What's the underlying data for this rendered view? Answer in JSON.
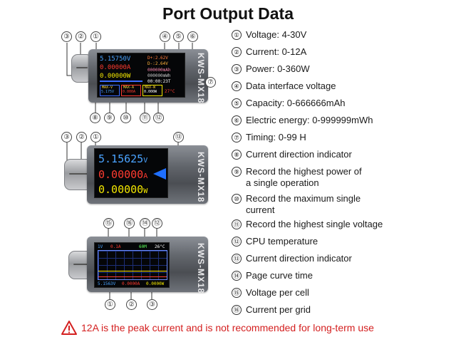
{
  "title": "Port Output Data",
  "brand": "KWS-MX18",
  "device1": {
    "callouts_top": [
      "③",
      "②",
      "①",
      "④",
      "⑤",
      "⑥"
    ],
    "callout_right": "⑦",
    "callouts_bottom": [
      "⑧",
      "⑨",
      "⑩",
      "⑪",
      "⑫"
    ],
    "voltage": "5.15750V",
    "current": "0.00000A",
    "power": "0.00000W",
    "data_line": "D+:2.62V",
    "data_line2": "D-:2.64V",
    "capacity": "000000mAh",
    "energy": "000000mWh",
    "timer": "00:00:23T",
    "max_v_label": "MAX-V",
    "max_v": "5.175V",
    "max_a_label": "MAX-A",
    "max_a": "0.000A",
    "max_w_label": "MAX-W",
    "max_w": "0.000W",
    "temp": "27°C"
  },
  "device2": {
    "callouts_top": [
      "③",
      "②",
      "①"
    ],
    "callout_right": "⑬",
    "voltage": "5.15625",
    "voltage_unit": "V",
    "current": "0.00000",
    "current_unit": "A",
    "power": "0.00000",
    "power_unit": "W"
  },
  "device3": {
    "callouts_top": [
      "⑮",
      "⑯",
      "⑭",
      "⑫"
    ],
    "callouts_bottom": [
      "①",
      "②",
      "③"
    ],
    "volt_grid": "1V",
    "curr_grid": "0.1A",
    "time_grid": "60M",
    "temp": "26°C",
    "voltage": "5.1563V",
    "current": "0.0000A",
    "power": "0.0000W"
  },
  "features": [
    {
      "num": "①",
      "text": "Voltage: 4-30V"
    },
    {
      "num": "②",
      "text": "Current: 0-12A"
    },
    {
      "num": "③",
      "text": "Power: 0-360W"
    },
    {
      "num": "④",
      "text": "Data interface voltage"
    },
    {
      "num": "⑤",
      "text": "Capacity: 0-666666mAh"
    },
    {
      "num": "⑥",
      "text": "Electric energy: 0-999999mWh"
    },
    {
      "num": "⑦",
      "text": "Timing: 0-99 H"
    },
    {
      "num": "⑧",
      "text": "Current direction indicator"
    },
    {
      "num": "⑨",
      "text": "Record the highest power of"
    },
    {
      "num": "",
      "text": "a single operation"
    },
    {
      "num": "⑩",
      "text": "Record the maximum single"
    },
    {
      "num": "",
      "text": "current"
    },
    {
      "num": "⑪",
      "text": "Record the highest single voltage"
    },
    {
      "num": "⑫",
      "text": "CPU temperature"
    },
    {
      "num": "⑬",
      "text": "Current direction indicator"
    },
    {
      "num": "⑭",
      "text": "Page curve time"
    },
    {
      "num": "⑮",
      "text": "Voltage per cell"
    },
    {
      "num": "⑯",
      "text": "Current per grid"
    }
  ],
  "warning": "12A is the peak current and is not recommended for long-term use",
  "colors": {
    "voltage": "#4aa3ff",
    "current": "#ff3b30",
    "power": "#f2e600",
    "arrow": "#1f6fff",
    "warning": "#d42020"
  }
}
